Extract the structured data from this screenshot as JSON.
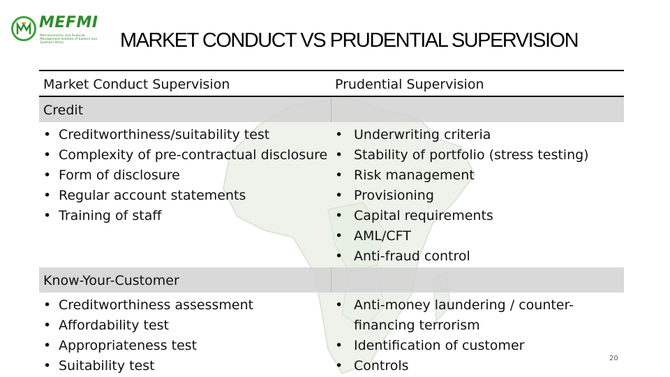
{
  "logo": {
    "name": "MEFMI",
    "subtitle": "Macroeconomic and Financial Management Institute of Eastern and Southern Africa"
  },
  "title": "MARKET CONDUCT VS PRUDENTIAL SUPERVISION",
  "table": {
    "headers": [
      "Market Conduct Supervision",
      "Prudential Supervision"
    ],
    "sections": [
      {
        "label": "Credit",
        "left": [
          "Creditworthiness/suitability test",
          "Complexity of pre-contractual disclosure",
          "Form of disclosure",
          "Regular account statements",
          "Training of staff"
        ],
        "right": [
          "Underwriting criteria",
          "Stability of portfolio (stress testing)",
          "Risk management",
          "Provisioning",
          "Capital requirements",
          "AML/CFT",
          "Anti-fraud control"
        ]
      },
      {
        "label": "Know-Your-Customer",
        "left": [
          "Creditworthiness assessment",
          "Affordability test",
          "Appropriateness test",
          "Suitability test"
        ],
        "right": [
          "Anti-money laundering / counter-financing terrorism",
          "Identification of customer",
          "Controls"
        ]
      }
    ]
  },
  "page_number": "20",
  "colors": {
    "brand_green": "#2e8b2e",
    "section_bg": "#d2d2d2"
  }
}
